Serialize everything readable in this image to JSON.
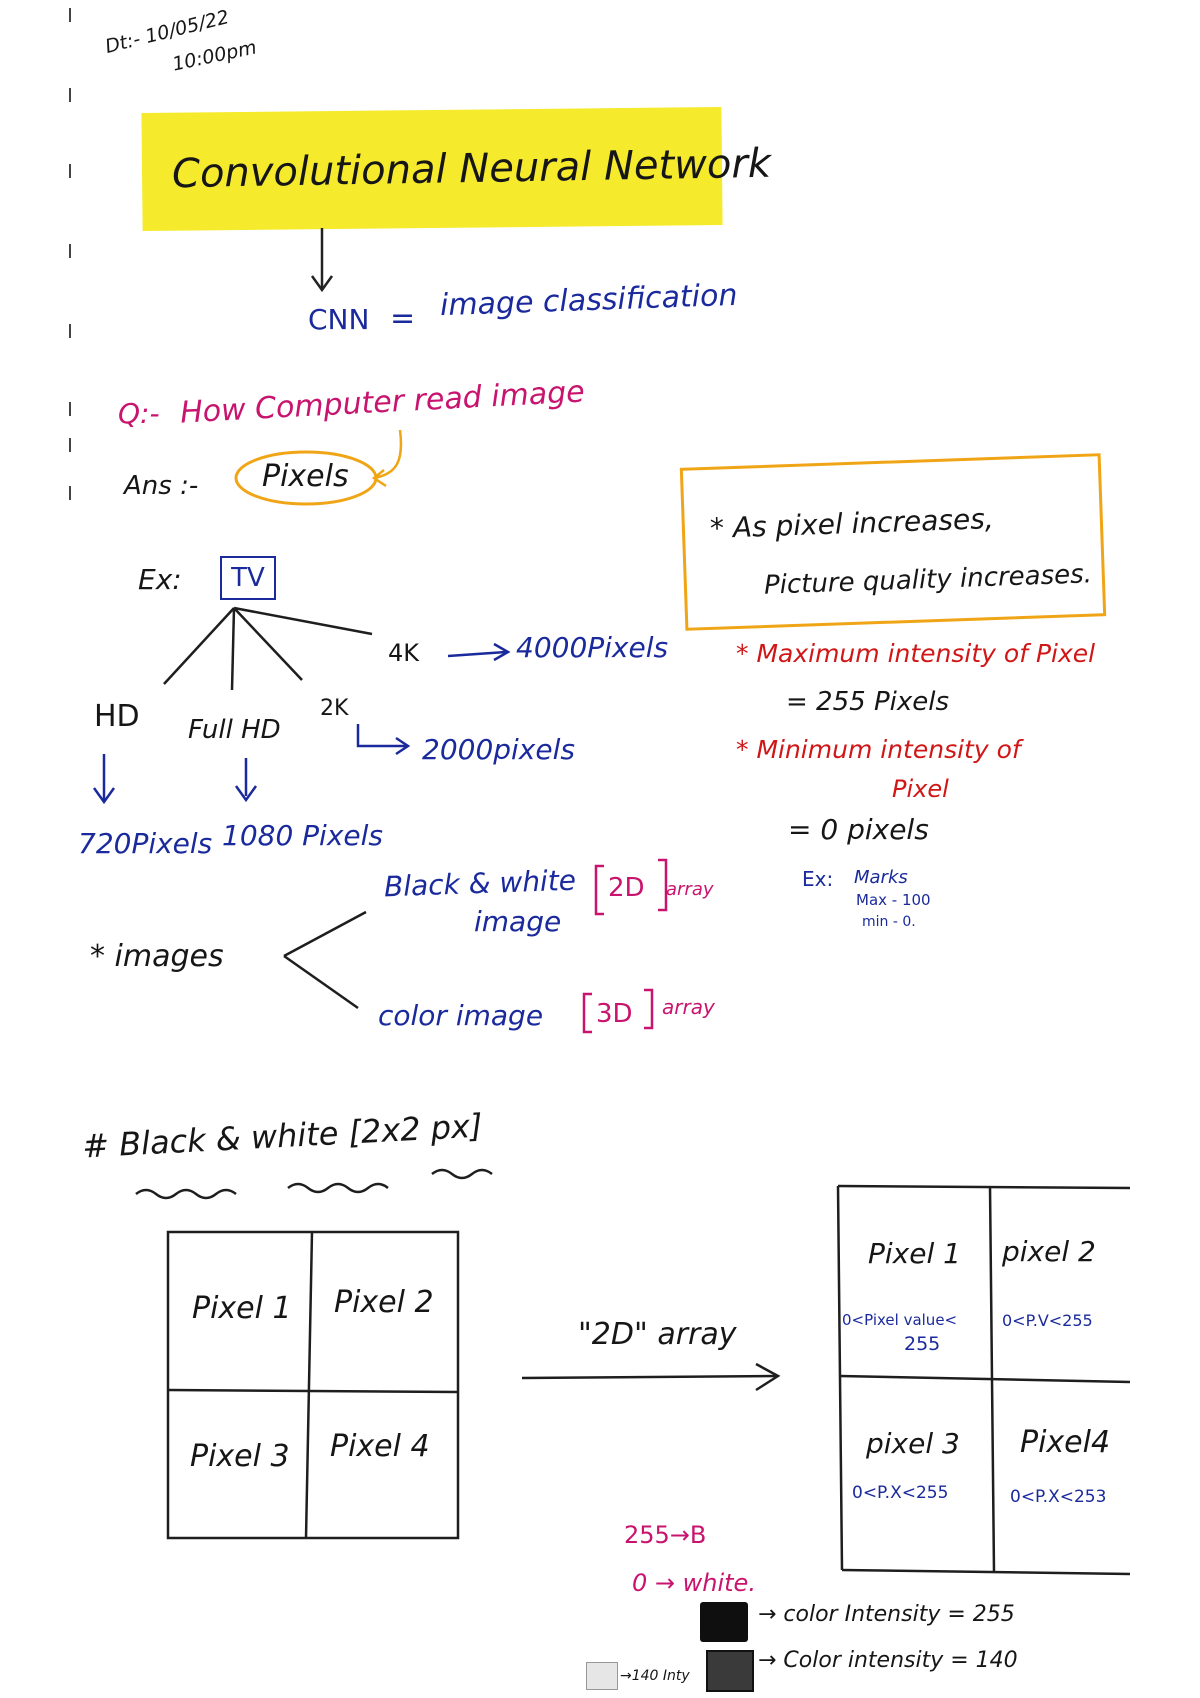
{
  "header": {
    "date": "Dt:- 10/05/22",
    "time": "10:00pm"
  },
  "title": "Convolutional Neural Network",
  "cnn_line": {
    "label": "CNN",
    "equals": "=",
    "value": "image classification"
  },
  "question": {
    "prefix": "Q:-",
    "text": "How Computer read image"
  },
  "answer": {
    "prefix": "Ans :-",
    "value": "Pixels"
  },
  "example": {
    "prefix": "Ex:",
    "box": "TV",
    "hd": "HD",
    "hd_value": "720Pixels",
    "fullhd": "Full HD",
    "fullhd_value": "1080 Pixels",
    "k2": "2K",
    "k2_value": "2000pixels",
    "k4": "4K",
    "k4_value": "4000Pixels"
  },
  "notes": {
    "pixel_increase_line1": "* As pixel increases,",
    "pixel_increase_line2": "Picture quality increases.",
    "max_line1": "* Maximum intensity of Pixel",
    "max_line2": "= 255 Pixels",
    "min_line1": "* Minimum intensity of",
    "min_line2": "Pixel",
    "min_line3": "= 0 pixels",
    "ex_label": "Ex:",
    "ex_marks": "Marks",
    "ex_max": "Max - 100",
    "ex_min": "min - 0."
  },
  "images_section": {
    "label": "* images",
    "bw_line1": "Black & white",
    "bw_line2": "image",
    "bw_array": "2D",
    "bw_array_word": "array",
    "color_label": "color image",
    "color_array": "3D",
    "color_array_word": "array"
  },
  "bw_heading": "# Black & white [2x2 px]",
  "left_grid": [
    "Pixel 1",
    "Pixel 2",
    "Pixel 3",
    "Pixel 4"
  ],
  "arrow_label": "\"2D\" array",
  "right_grid": {
    "cells": [
      {
        "name": "Pixel 1",
        "range": "0<Pixel value<",
        "range2": "255"
      },
      {
        "name": "pixel 2",
        "range": "0<P.V<255",
        "range2": ""
      },
      {
        "name": "pixel 3",
        "range": "0<P.X<255",
        "range2": ""
      },
      {
        "name": "Pixel4",
        "range": "0<P.X<253",
        "range2": ""
      }
    ]
  },
  "legend": {
    "b_line": "255→B",
    "w_line": "0 → white.",
    "swatch1_label": "→ color Intensity = 255",
    "swatch2_label": "→ Color intensity = 140",
    "small_label": "→140 Inty"
  },
  "colors": {
    "highlight": "#f5ea2b",
    "box_orange": "#f0a516",
    "ink_blue": "#1a2a9c",
    "ink_pink": "#c8146e",
    "ink_red": "#d01616",
    "ink_black": "#161616"
  }
}
